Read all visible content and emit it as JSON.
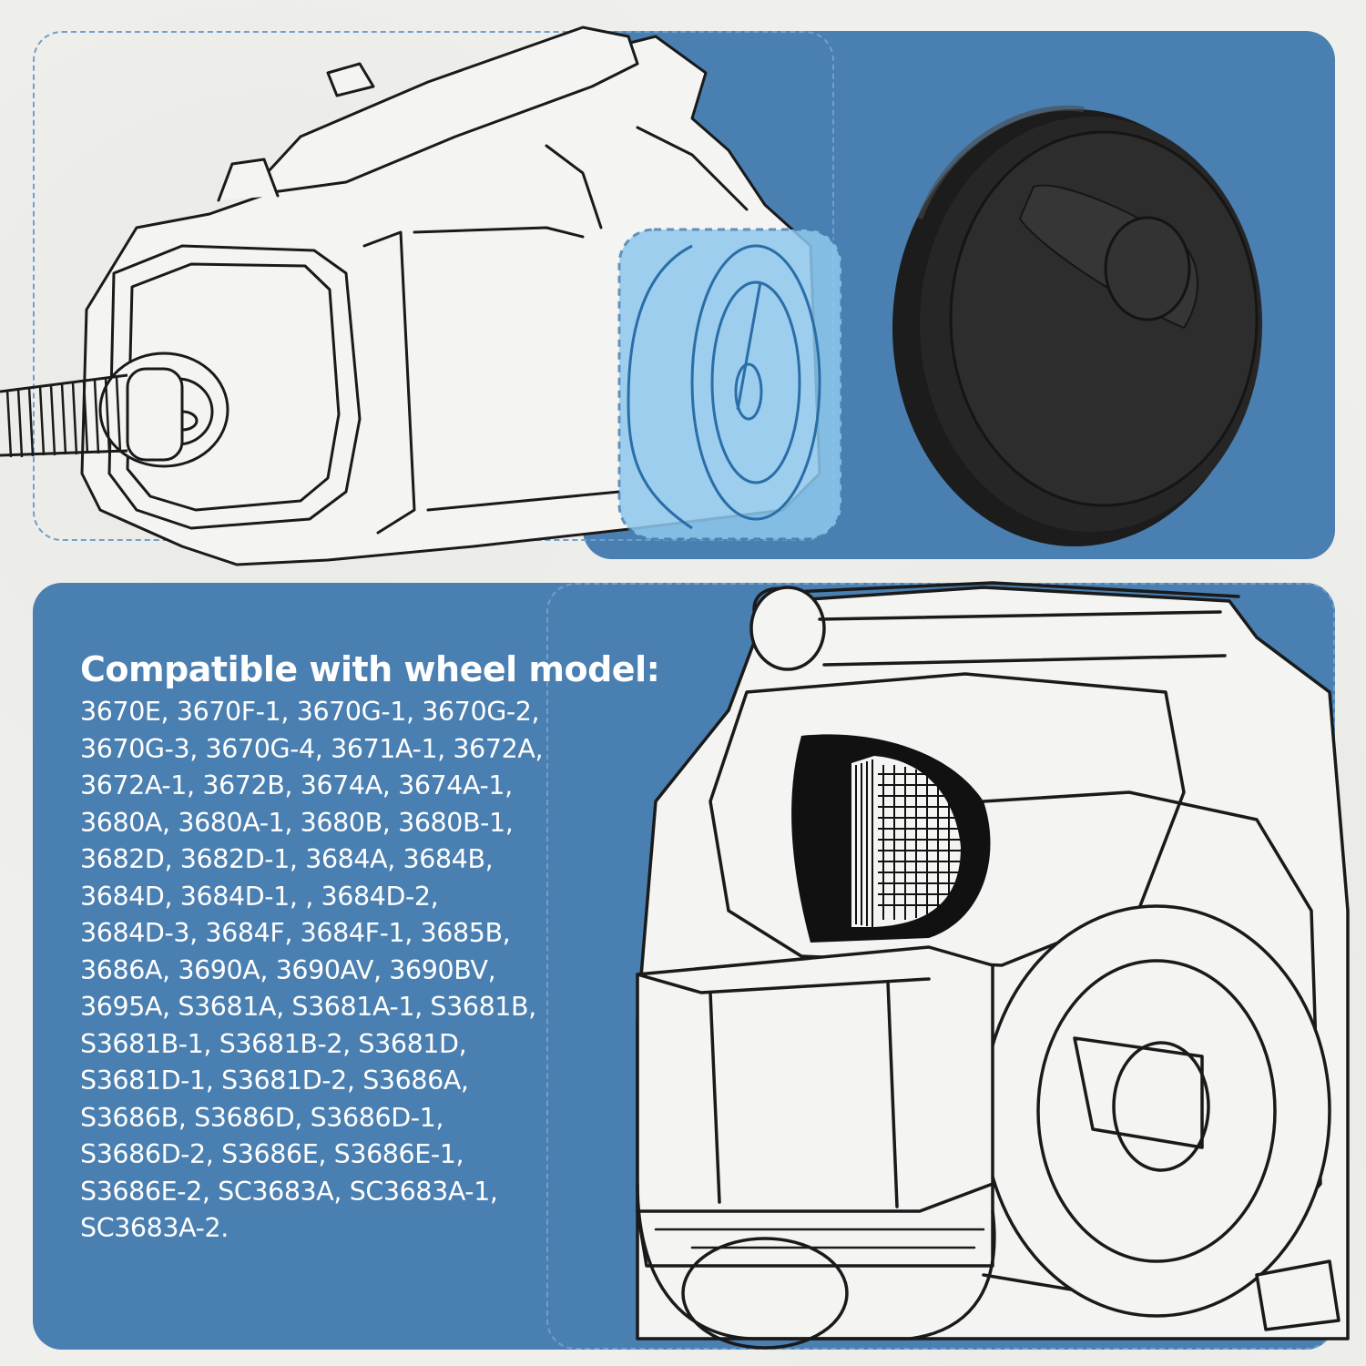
{
  "colors": {
    "panel_blue": "#4a7fb1",
    "dash_blue": "#6f9fcc",
    "highlight_blue": "#8ec8ee",
    "paper": "#efefec",
    "wheel_black": "#1f1f1f",
    "text_white": "#ffffff"
  },
  "icons": {
    "vacuum_top": "vacuum-side-illustration",
    "wheel_photo": "black-wheel-product-photo",
    "vacuum_bottom": "vacuum-front-illustration"
  },
  "compatibility": {
    "heading": "Compatible with wheel model:",
    "lines": [
      "3670E, 3670F-1, 3670G-1, 3670G-2,",
      "3670G-3, 3670G-4, 3671A-1, 3672A,",
      "3672A-1, 3672B, 3674A, 3674A-1,",
      "3680A, 3680A-1, 3680B, 3680B-1,",
      "3682D, 3682D-1, 3684A, 3684B,",
      "3684D, 3684D-1, , 3684D-2,",
      "3684D-3, 3684F, 3684F-1, 3685B,",
      "3686A, 3690A, 3690AV, 3690BV,",
      "3695A, S3681A, S3681A-1, S3681B,",
      "S3681B-1, S3681B-2, S3681D,",
      "S3681D-1, S3681D-2, S3686A,",
      "S3686B, S3686D, S3686D-1,",
      "S3686D-2, S3686E, S3686E-1,",
      "S3686E-2, SC3683A, SC3683A-1,",
      "SC3683A-2."
    ]
  }
}
